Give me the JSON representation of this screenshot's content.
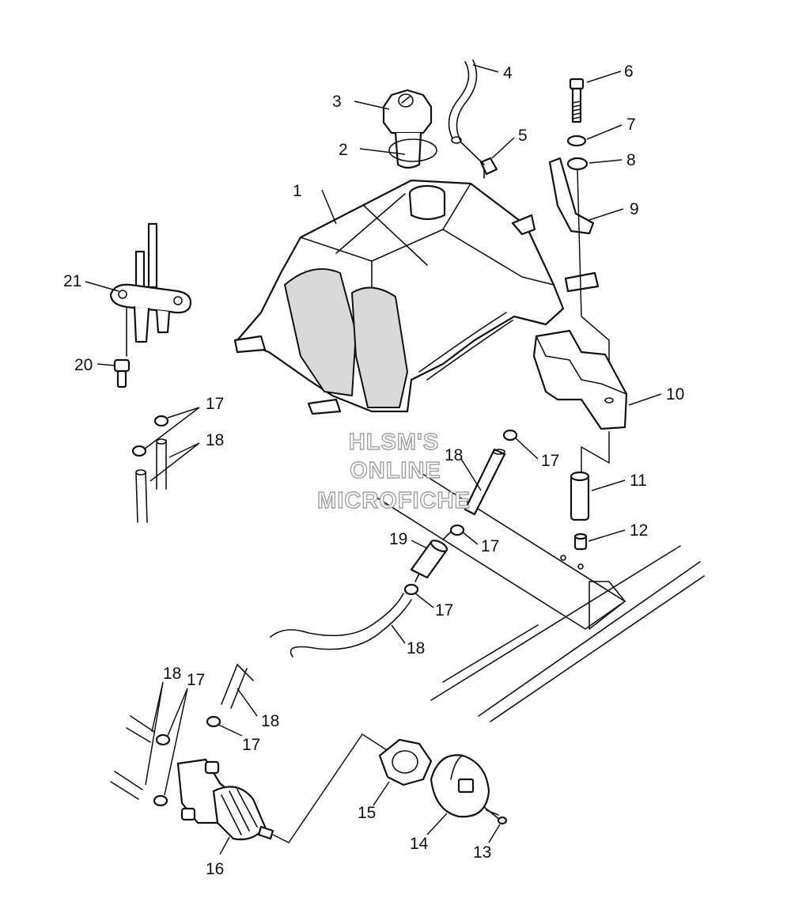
{
  "watermark": {
    "line1": "HLSM'S",
    "line2": "ONLINE",
    "line3": "MICROFICHE"
  },
  "callouts": {
    "c1": "1",
    "c2": "2",
    "c3": "3",
    "c4": "4",
    "c5": "5",
    "c6": "6",
    "c7": "7",
    "c8": "8",
    "c9": "9",
    "c10": "10",
    "c11": "11",
    "c12": "12",
    "c13": "13",
    "c14": "14",
    "c15": "15",
    "c16": "16",
    "c17a": "17",
    "c17b": "17",
    "c17c": "17",
    "c17d": "17",
    "c17e": "17",
    "c17f": "17",
    "c18a": "18",
    "c18b": "18",
    "c18c": "18",
    "c18d": "18",
    "c18e": "18",
    "c19": "19",
    "c20": "20",
    "c21": "21"
  }
}
